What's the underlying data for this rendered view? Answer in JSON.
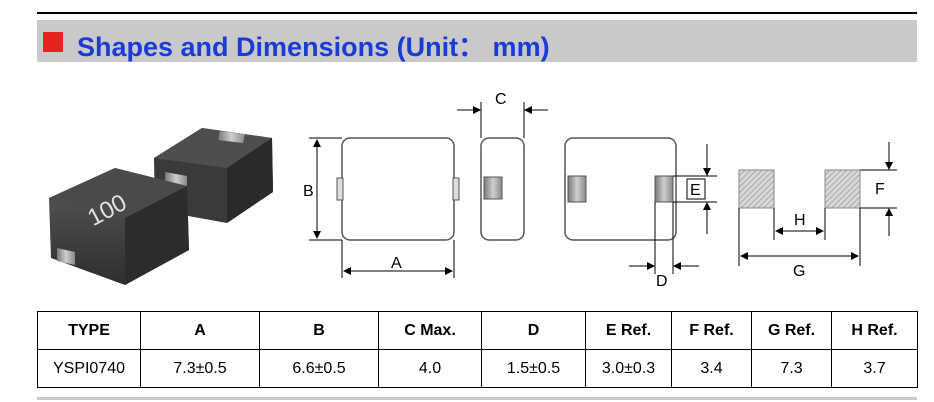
{
  "header": {
    "title": "Shapes and Dimensions (Unit： mm)"
  },
  "product": {
    "marking": "100"
  },
  "drawing": {
    "labels": {
      "A": "A",
      "B": "B",
      "C": "C",
      "D": "D",
      "E": "E",
      "F": "F",
      "G": "G",
      "H": "H"
    }
  },
  "table": {
    "headers": [
      "TYPE",
      "A",
      "B",
      "C Max.",
      "D",
      "E Ref.",
      "F Ref.",
      "G Ref.",
      "H Ref."
    ],
    "rows": [
      [
        "YSPI0740",
        "7.3±0.5",
        "6.6±0.5",
        "4.0",
        "1.5±0.5",
        "3.0±0.3",
        "3.4",
        "7.3",
        "3.7"
      ]
    ]
  },
  "colors": {
    "title": "#1b3bd6",
    "header_square": "#e8231f",
    "header_bar": "#c9c9c9"
  }
}
